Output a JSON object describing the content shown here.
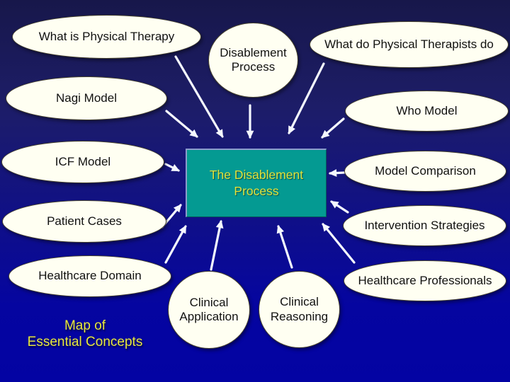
{
  "slide_title": {
    "line1": "Map of",
    "line2": "Essential Concepts"
  },
  "center": {
    "line1": "The Disablement",
    "line2": "Process"
  },
  "nodes": [
    {
      "id": "what-is-physical-therapy",
      "label": "What is Physical Therapy"
    },
    {
      "id": "disablement-process",
      "label": "Disablement Process"
    },
    {
      "id": "what-do-physical-therapists-do",
      "label": "What do Physical Therapists do"
    },
    {
      "id": "nagi-model",
      "label": "Nagi Model"
    },
    {
      "id": "who-model",
      "label": "Who Model"
    },
    {
      "id": "icf-model",
      "label": "ICF Model"
    },
    {
      "id": "model-comparison",
      "label": "Model Comparison"
    },
    {
      "id": "patient-cases",
      "label": "Patient Cases"
    },
    {
      "id": "intervention-strategies",
      "label": "Intervention Strategies"
    },
    {
      "id": "healthcare-domain",
      "label": "Healthcare Domain"
    },
    {
      "id": "healthcare-professionals",
      "label": "Healthcare Professionals"
    },
    {
      "id": "clinical-application",
      "label": "Clinical Application"
    },
    {
      "id": "clinical-reasoning",
      "label": "Clinical Reasoning"
    }
  ],
  "colors": {
    "bg_top": "#17174a",
    "bg_mid": "#1d1d68",
    "bg_bottom": "#0505a0",
    "node_fill": "#fffff2",
    "node_border": "#46422e",
    "node_text": "#111111",
    "center_fill": "#049a92",
    "center_border": "#8c9bcb",
    "center_text": "#dfe23c",
    "title_text": "#e8e83c",
    "arrow": "#f4f7ff"
  }
}
